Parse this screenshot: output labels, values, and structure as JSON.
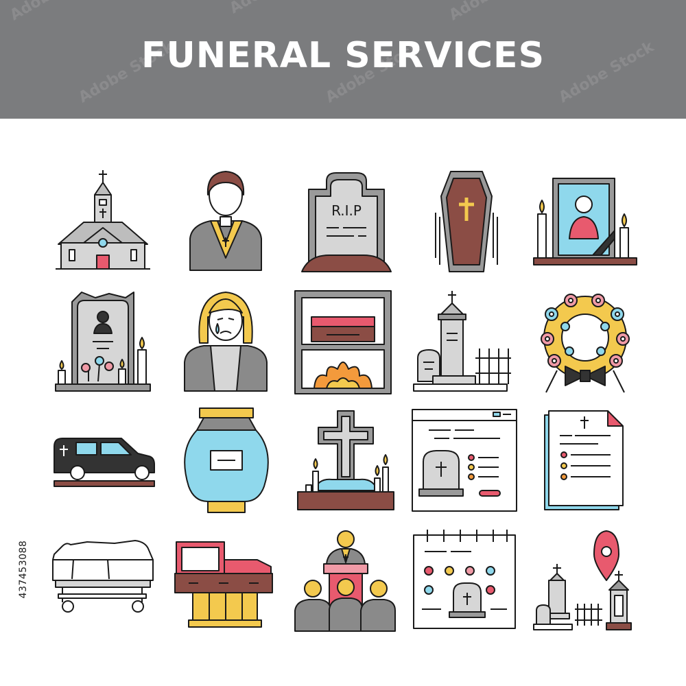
{
  "header": {
    "title": "FUNERAL SERVICES"
  },
  "watermark": {
    "text": "Adobe Stock"
  },
  "stock_id": "437453088",
  "colors": {
    "header_bg": "#7b7c7e",
    "outline": "#1a1a1a",
    "gray": "#9a9a9a",
    "light_gray": "#d6d6d6",
    "brown": "#8b4d45",
    "pink": "#e85a6e",
    "light_pink": "#f09aa6",
    "light_blue": "#8fd8ec",
    "yellow": "#f3c94e",
    "orange": "#f39a3c",
    "dark": "#333333"
  },
  "icons": [
    {
      "name": "church-icon"
    },
    {
      "name": "priest-icon"
    },
    {
      "name": "rip-tombstone-icon",
      "text": "R.I.P"
    },
    {
      "name": "coffin-icon"
    },
    {
      "name": "memorial-portrait-icon"
    },
    {
      "name": "memorial-gravestone-icon"
    },
    {
      "name": "crying-woman-icon"
    },
    {
      "name": "cremation-oven-icon"
    },
    {
      "name": "cemetery-icon"
    },
    {
      "name": "funeral-wreath-icon"
    },
    {
      "name": "hearse-icon"
    },
    {
      "name": "urn-icon"
    },
    {
      "name": "cross-grave-icon"
    },
    {
      "name": "online-funeral-service-icon"
    },
    {
      "name": "death-certificate-icon"
    },
    {
      "name": "body-on-gurney-icon"
    },
    {
      "name": "casket-icon"
    },
    {
      "name": "funeral-ceremony-icon"
    },
    {
      "name": "funeral-calendar-icon"
    },
    {
      "name": "cemetery-location-icon"
    }
  ]
}
